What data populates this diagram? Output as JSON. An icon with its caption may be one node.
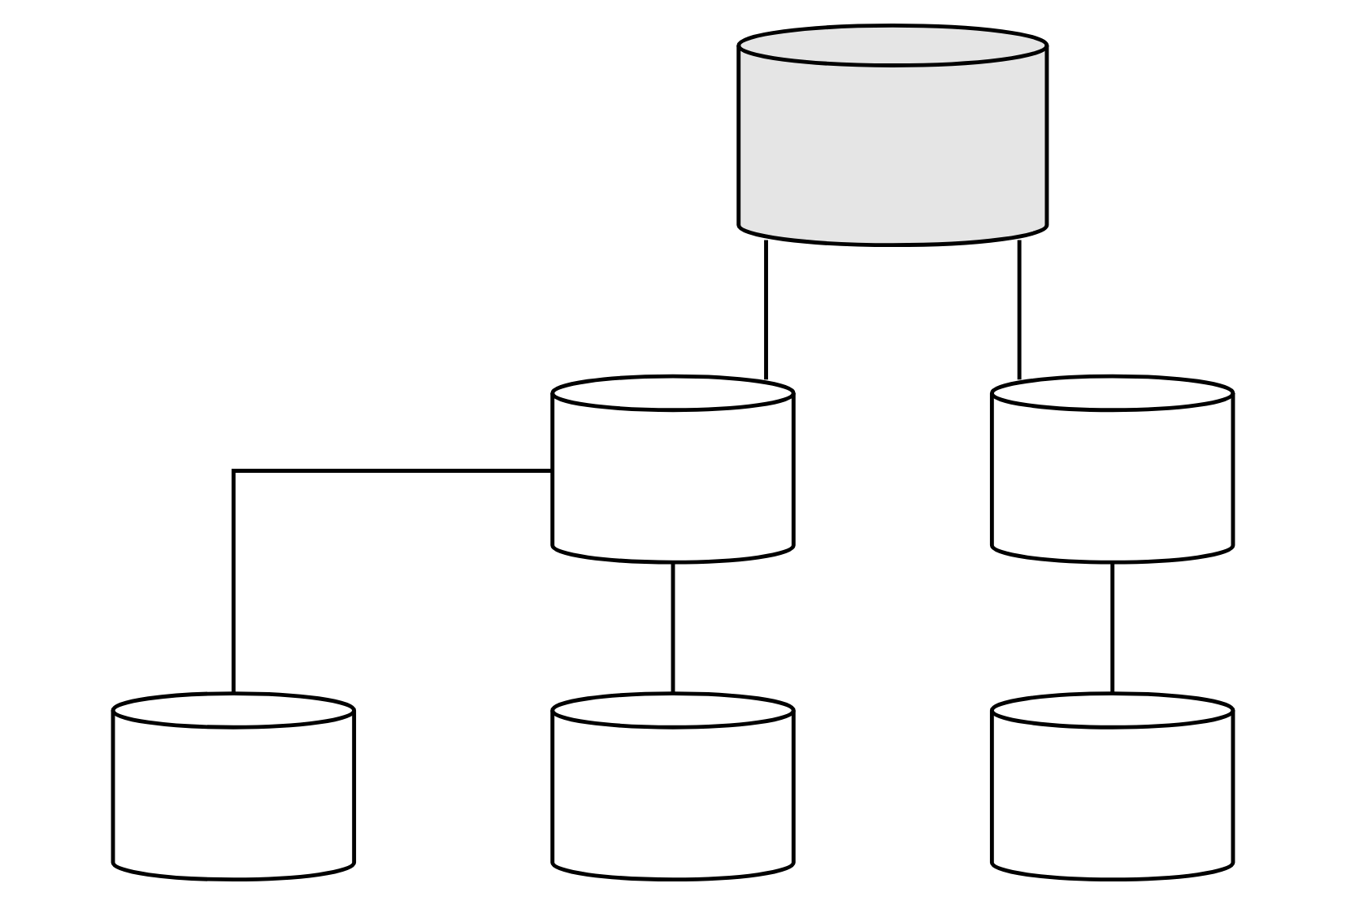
{
  "diagram": {
    "nodes": [
      {
        "text": [],
        "shape": "cylinder"
      },
      {
        "text": [],
        "shape": "cylinder"
      },
      {
        "text": [],
        "shape": "cylinder"
      },
      {
        "text": [],
        "shape": "cylinder"
      },
      {
        "text": [],
        "shape": "cylinder"
      },
      {
        "text": [],
        "shape": "cylinder"
      }
    ],
    "edges": [
      {
        "from": 0,
        "to": 1,
        "arrow": "none"
      },
      {
        "from": 0,
        "to": 2,
        "arrow": "none"
      },
      {
        "from": 1,
        "to": 3,
        "arrow": "none"
      },
      {
        "from": 1,
        "to": 4,
        "arrow": "none"
      },
      {
        "from": 2,
        "to": 5,
        "arrow": "none"
      }
    ]
  }
}
